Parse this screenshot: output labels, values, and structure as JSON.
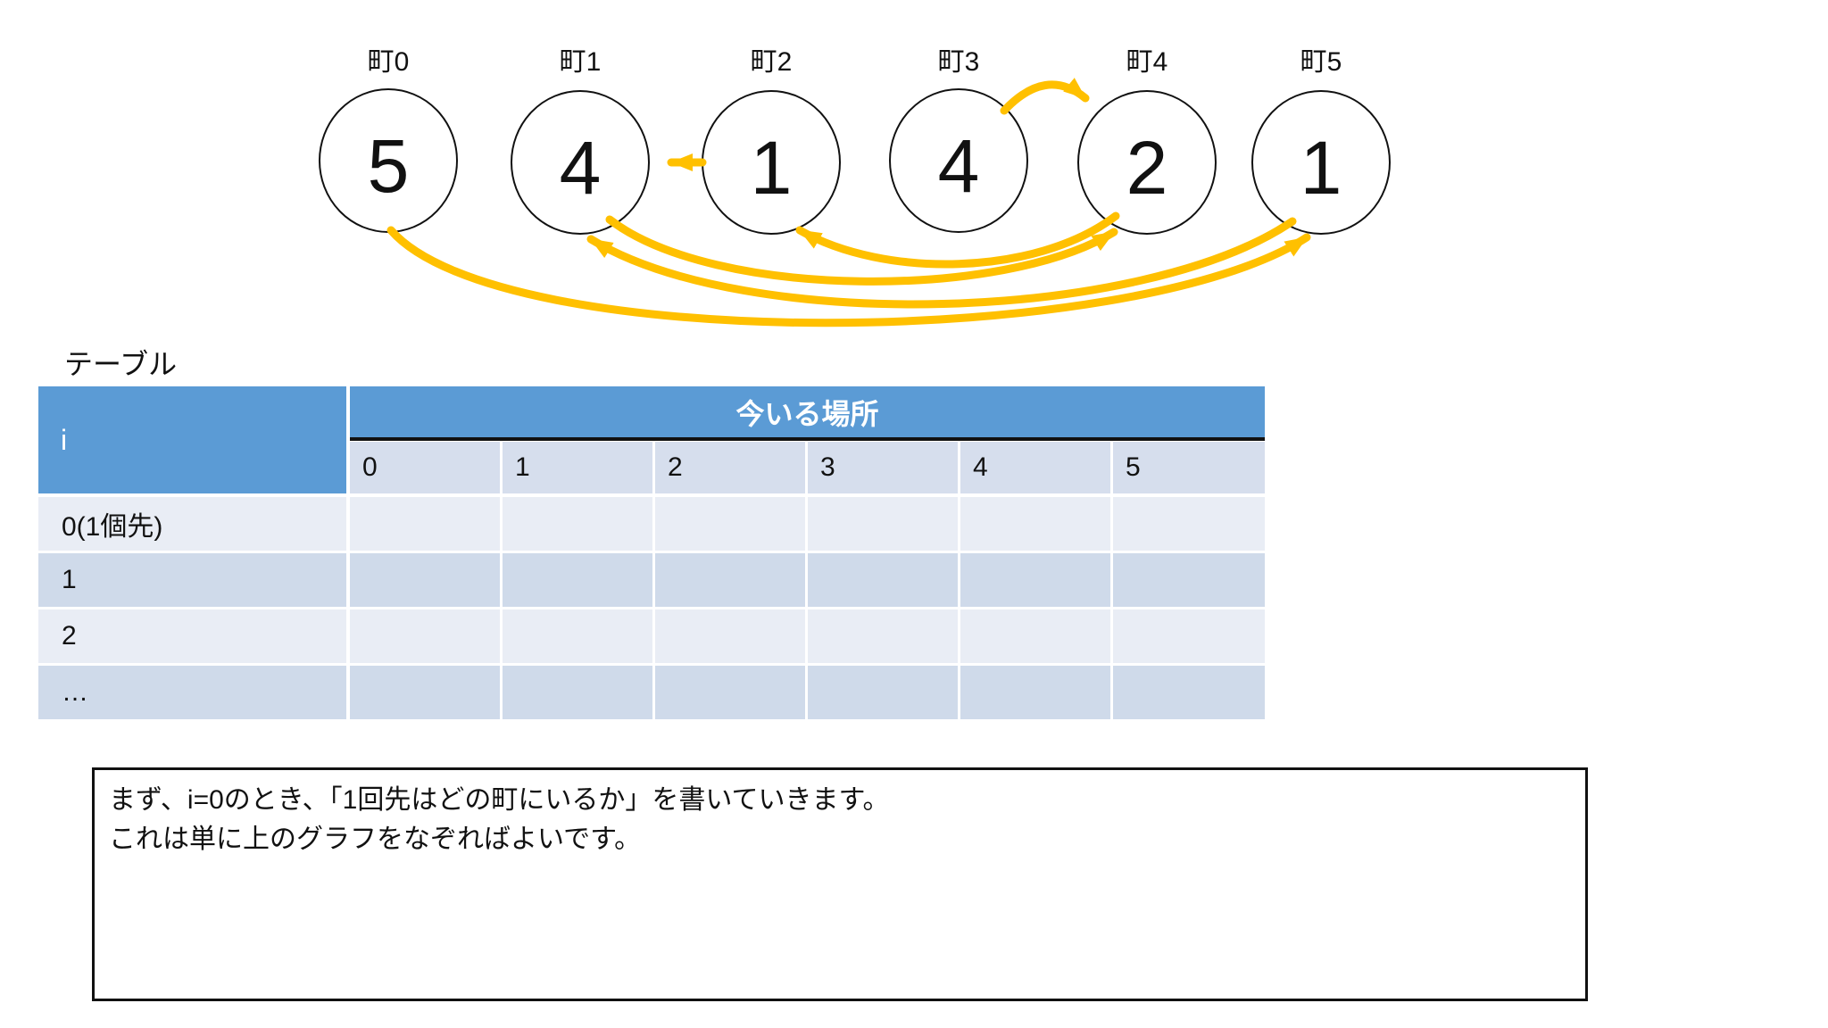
{
  "graph": {
    "arrow_color": "#FFC000",
    "towns": [
      {
        "label": "町0",
        "value": "5"
      },
      {
        "label": "町1",
        "value": "4"
      },
      {
        "label": "町2",
        "value": "1"
      },
      {
        "label": "町3",
        "value": "4"
      },
      {
        "label": "町4",
        "value": "2"
      },
      {
        "label": "町5",
        "value": "1"
      }
    ],
    "edges": [
      {
        "from": "町0",
        "to": "町5"
      },
      {
        "from": "町1",
        "to": "町4"
      },
      {
        "from": "町2",
        "to": "町1"
      },
      {
        "from": "町3",
        "to": "町4"
      },
      {
        "from": "町4",
        "to": "町2"
      },
      {
        "from": "町5",
        "to": "町1"
      }
    ]
  },
  "table": {
    "title": "テーブル",
    "corner_label": "i",
    "group_header": "今いる場所",
    "column_headers": [
      "0",
      "1",
      "2",
      "3",
      "4",
      "5"
    ],
    "rows": [
      {
        "label": "0(1個先)",
        "cells": [
          "",
          "",
          "",
          "",
          "",
          ""
        ]
      },
      {
        "label": "1",
        "cells": [
          "",
          "",
          "",
          "",
          "",
          ""
        ]
      },
      {
        "label": "2",
        "cells": [
          "",
          "",
          "",
          "",
          "",
          ""
        ]
      },
      {
        "label": "…",
        "cells": [
          "",
          "",
          "",
          "",
          "",
          ""
        ]
      }
    ],
    "colors": {
      "header_blue": "#5B9BD5",
      "subheader": "#D6DEED",
      "band_light": "#E9EDF5",
      "band_dark": "#CFDAEA"
    }
  },
  "note_box": {
    "lines": [
      "まず、i=0のとき、「1回先はどの町にいるか」を書いていきます。",
      "これは単に上のグラフをなぞればよいです。"
    ]
  }
}
